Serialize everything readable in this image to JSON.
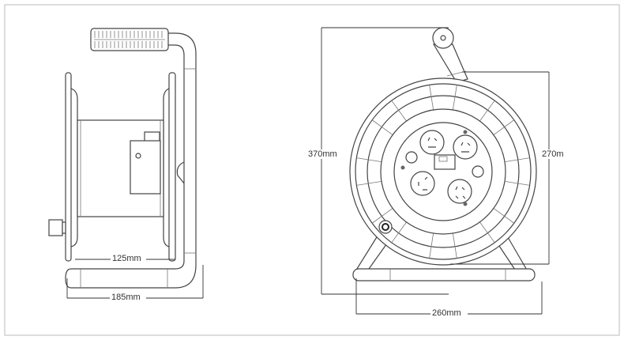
{
  "side_view": {
    "depth_dimension": "125mm",
    "width_dimension": "185mm"
  },
  "front_view": {
    "height_dimension": "370mm",
    "reel_diameter_dimension": "270m",
    "base_width_dimension": "260mm"
  }
}
